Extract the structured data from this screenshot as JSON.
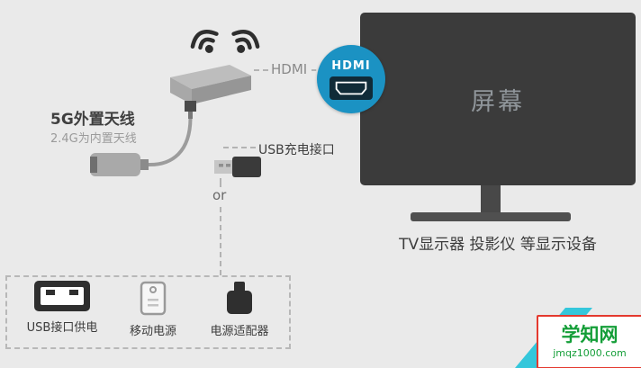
{
  "colors": {
    "background": "#eaeaea",
    "tv_body": "#3b3b3b",
    "hdmi_badge_blue": "#1b92c3",
    "logo_green": "#149e38",
    "ribbon_cyan": "#34c7db",
    "logo_border_red": "#e4392e"
  },
  "tv": {
    "screen_label": "屏幕",
    "caption": "TV显示器 投影仪 等显示设备"
  },
  "hdmi": {
    "wire_label": "HDMI",
    "badge_label": "HDMI"
  },
  "antenna": {
    "title": "5G外置天线",
    "subtitle": "2.4G为内置天线"
  },
  "power": {
    "usb_port_label": "USB充电接口",
    "or_label": "or",
    "items": [
      {
        "label": "USB接口供电",
        "icon": "usb-port-icon"
      },
      {
        "label": "移动电源",
        "icon": "power-bank-icon"
      },
      {
        "label": "电源适配器",
        "icon": "power-adapter-icon"
      }
    ]
  },
  "watermark": {
    "site_name": "学知网",
    "site_url": "jmqz1000.com"
  },
  "icons": {
    "wifi": "wifi-signal-icon",
    "hdmi_connector": "hdmi-connector-icon",
    "usb_port": "usb-port-icon",
    "power_bank": "power-bank-icon",
    "power_adapter": "power-adapter-icon"
  }
}
